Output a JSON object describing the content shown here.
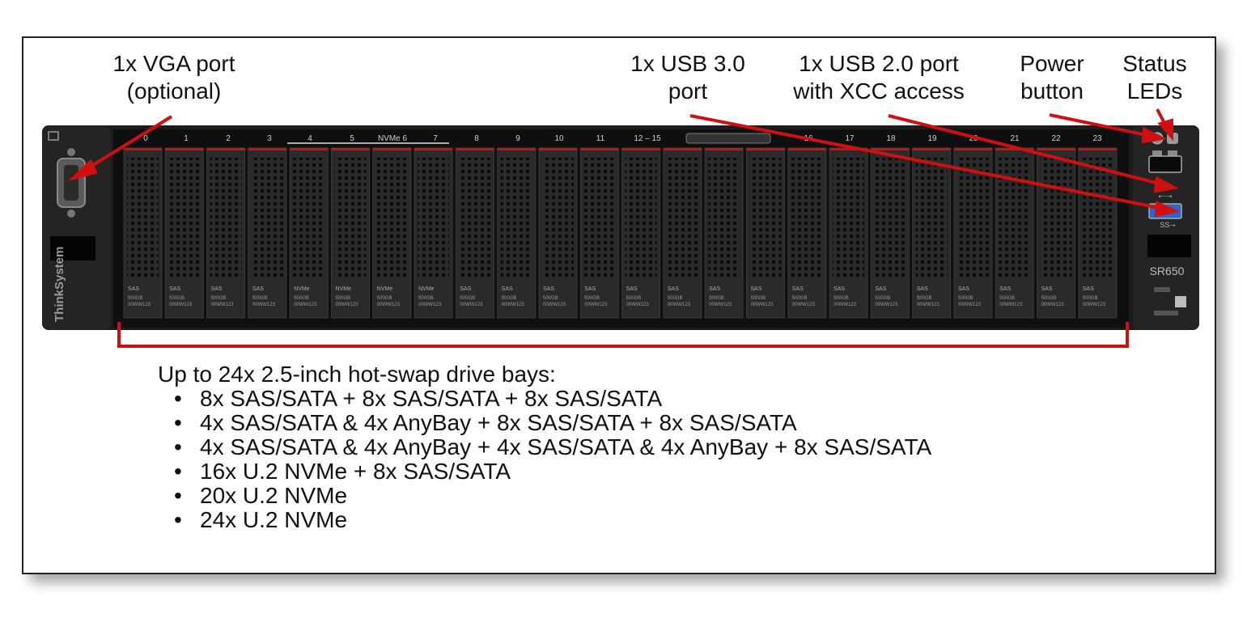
{
  "callouts": {
    "vga": [
      "1x VGA port",
      "(optional)"
    ],
    "usb3": [
      "1x USB 3.0",
      "port"
    ],
    "usb2": [
      "1x USB 2.0 port",
      "with XCC access"
    ],
    "power": [
      "Power",
      "button"
    ],
    "status": [
      "Status",
      "LEDs"
    ]
  },
  "server": {
    "brand": "ThinkSystem",
    "model": "SR650",
    "bay_numbers": [
      "0",
      "1",
      "2",
      "3",
      "4",
      "5",
      "6",
      "7",
      "8",
      "9",
      "10",
      "11",
      "12",
      "13",
      "14",
      "15",
      "16",
      "17",
      "18",
      "19",
      "20",
      "21",
      "22",
      "23"
    ],
    "bay_header_labels": [
      "0",
      "1",
      "2",
      "3",
      "4",
      "5",
      "NVMe 6",
      "7",
      "8",
      "9",
      "10",
      "11",
      "12 – 15",
      "16",
      "17",
      "18",
      "19",
      "20",
      "21",
      "22",
      "23"
    ],
    "drive_types": [
      "SAS",
      "SAS",
      "SAS",
      "SAS",
      "NVMe",
      "NVMe",
      "NVMe",
      "NVMe",
      "SAS",
      "SAS",
      "SAS",
      "SAS",
      "SAS",
      "SAS",
      "SAS",
      "SAS",
      "SAS",
      "SAS",
      "SAS",
      "SAS",
      "SAS",
      "SAS",
      "SAS",
      "SAS"
    ],
    "drive_capacity": "500GB",
    "drive_part": "00WW123",
    "colors": {
      "chassis": "#1c1c1c",
      "bay": "#2a2a2a",
      "accent_red": "#d01010",
      "usb3_blue": "#2a66c8"
    },
    "icons": [
      "vga-connector-icon",
      "power-button-icon",
      "status-led-icon",
      "usb-icon",
      "usb3-icon",
      "qr-code-icon"
    ]
  },
  "description": {
    "heading": "Up to 24x 2.5-inch hot-swap drive bays:",
    "items": [
      "8x SAS/SATA + 8x SAS/SATA + 8x SAS/SATA",
      "4x SAS/SATA & 4x AnyBay + 8x SAS/SATA + 8x SAS/SATA",
      "4x SAS/SATA & 4x AnyBay + 4x SAS/SATA & 4x AnyBay + 8x SAS/SATA",
      "16x U.2 NVMe + 8x SAS/SATA",
      "20x U.2 NVMe",
      "24x U.2 NVMe"
    ]
  }
}
